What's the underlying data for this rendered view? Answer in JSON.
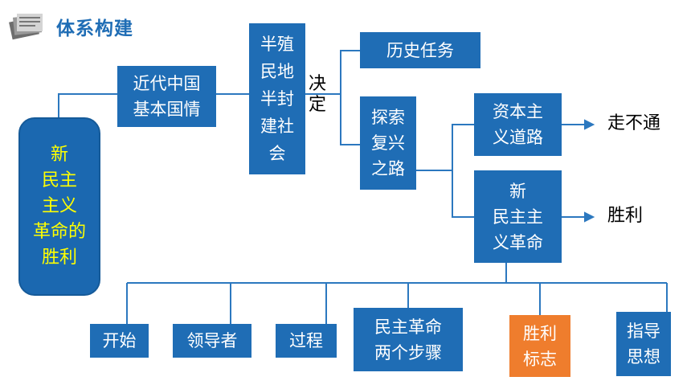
{
  "title": "体系构建",
  "nodes": {
    "main": "新\n民主\n主义\n革命的\n胜利",
    "national_conditions": "近代中国\n基本国情",
    "semi_colonial": "半殖\n民地\n半封\n建社\n会",
    "decides": "决\n定",
    "historical_task": "历史任务",
    "exploration": "探索\n复兴\n之路",
    "capitalist_road": "资本主\n义道路",
    "not_work": "走不通",
    "new_democratic": "新\n民主主\n义革命",
    "victory": "胜利",
    "start": "开始",
    "leader": "领导者",
    "process": "过程",
    "two_steps": "民主革命\n两个步骤",
    "victory_sign": "胜利\n标志",
    "guiding_thought": "指导\n思想"
  },
  "colors": {
    "box": "#1f6db5",
    "line": "#2c78bf",
    "highlight": "#ef7d2d",
    "main_text": "#ffff00"
  }
}
